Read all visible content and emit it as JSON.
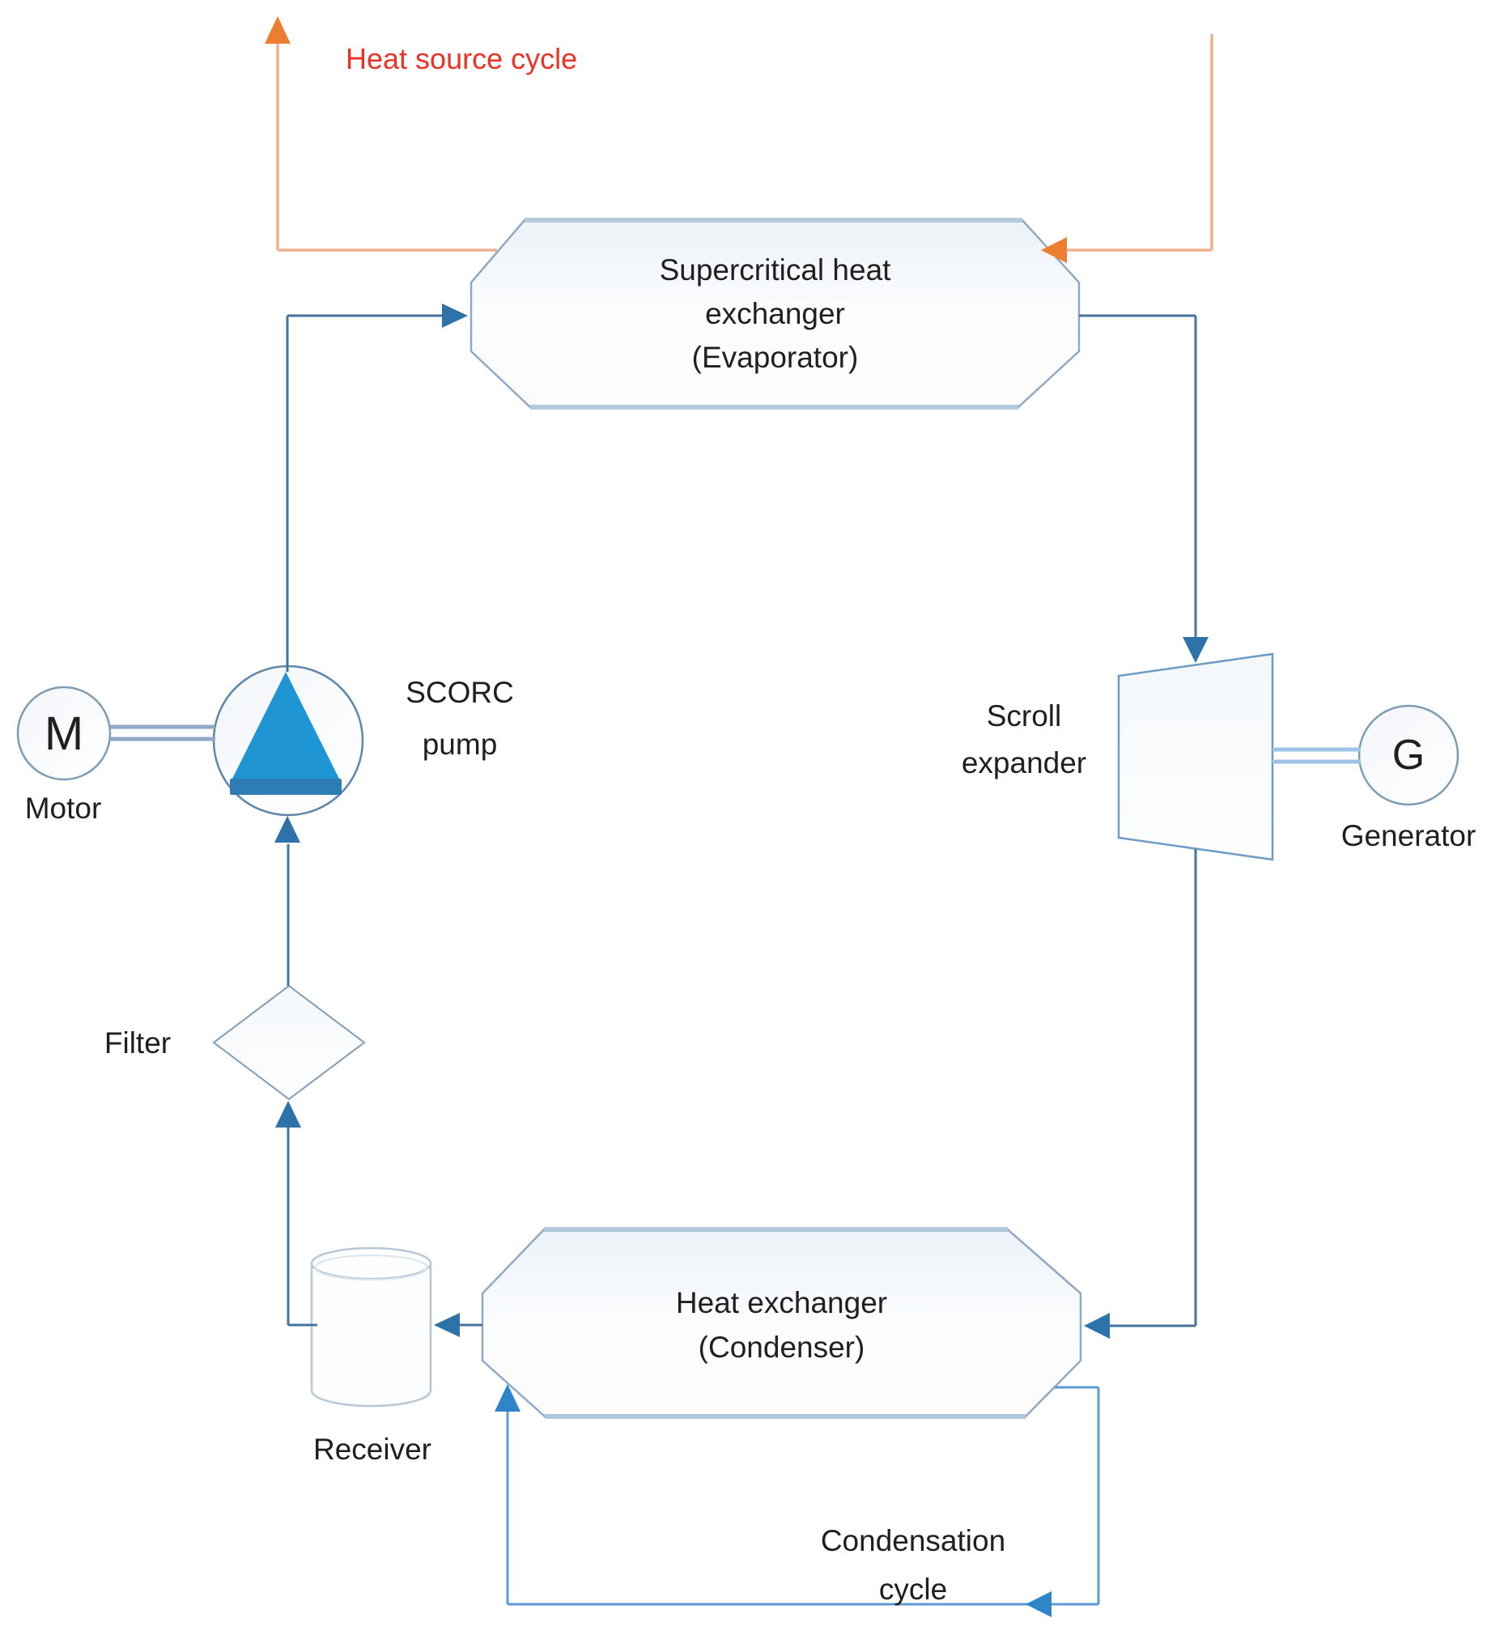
{
  "labels": {
    "heat_source_cycle": "Heat source cycle",
    "evaporator": [
      "Supercritical heat",
      "exchanger",
      "(Evaporator)"
    ],
    "scroll_expander": [
      "Scroll",
      "expander"
    ],
    "generator_symbol": "G",
    "generator": "Generator",
    "motor_symbol": "M",
    "motor": "Motor",
    "scorc_pump": [
      "SCORC",
      "pump"
    ],
    "filter": "Filter",
    "receiver": "Receiver",
    "condenser": [
      "Heat exchanger",
      "(Condenser)"
    ],
    "condensation_cycle": [
      "Condensation",
      "cycle"
    ]
  },
  "colors": {
    "heat_source_text": "#ec3125",
    "heat_source_line": "#f0b18e",
    "heat_source_arrow": "#ed7d31",
    "working_fluid_line": "#44749e",
    "working_fluid_arrow": "#2d72a8",
    "condensation_line": "#5b9bd5",
    "condensation_arrow": "#2e86c9",
    "pump_triangle": "#2095d3",
    "pump_triangle_base": "#2d7cb3",
    "label_text": "#1f1f1f"
  }
}
